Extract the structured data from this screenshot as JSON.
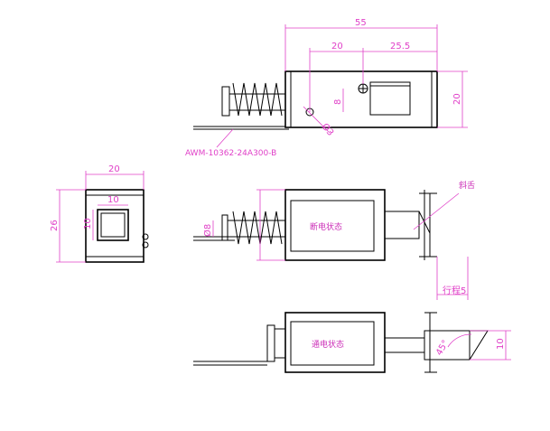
{
  "dimensions": {
    "top_total_length": "55",
    "top_left_span": "20",
    "top_right_span": "25.5",
    "top_height": "20",
    "top_hole_offset": "8",
    "top_hole_label": "Ø3",
    "side_width": "20",
    "side_height": "26",
    "side_window_width": "10",
    "side_window_height": "10",
    "stroke_label": "行程5",
    "mid_shaft_diameter": "Ø8",
    "bottom_angle": "45°",
    "bottom_tip_height": "10"
  },
  "labels": {
    "wire_spec": "AWM-10362-24A300-B",
    "slope_label": "斜舌",
    "off_state": "断电状态",
    "on_state": "通电状态"
  },
  "colors": {
    "lines": "#000000",
    "dimension": "#e040c8"
  }
}
